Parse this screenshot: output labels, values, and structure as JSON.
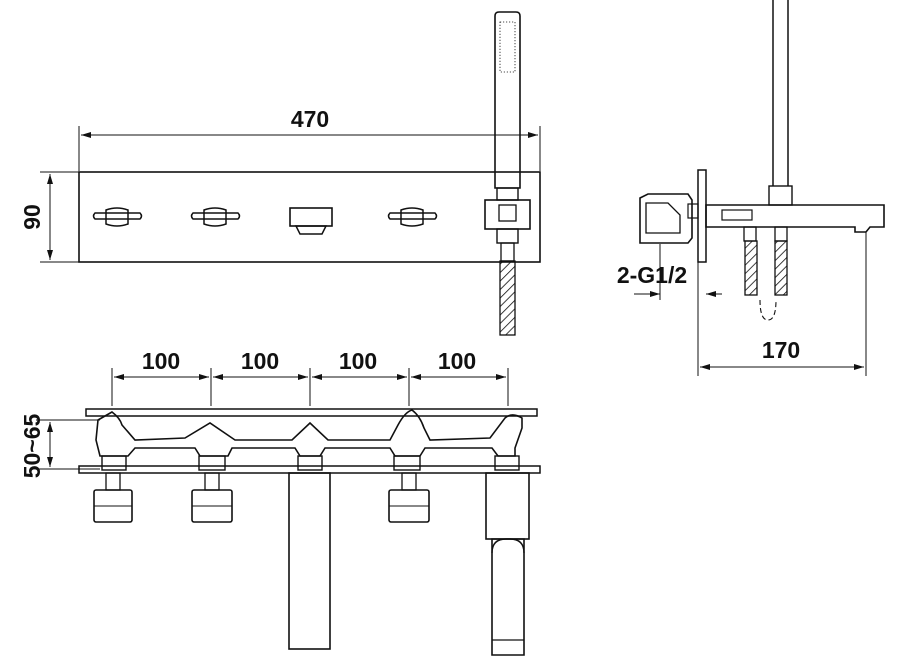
{
  "dimensions": {
    "overall_width": "470",
    "height": "90",
    "spacing": [
      "100",
      "100",
      "100",
      "100"
    ],
    "deck_thickness": "50~65",
    "thread": "2-G1/2",
    "spout_projection": "170"
  },
  "colors": {
    "line": "#111111",
    "background": "#ffffff"
  }
}
